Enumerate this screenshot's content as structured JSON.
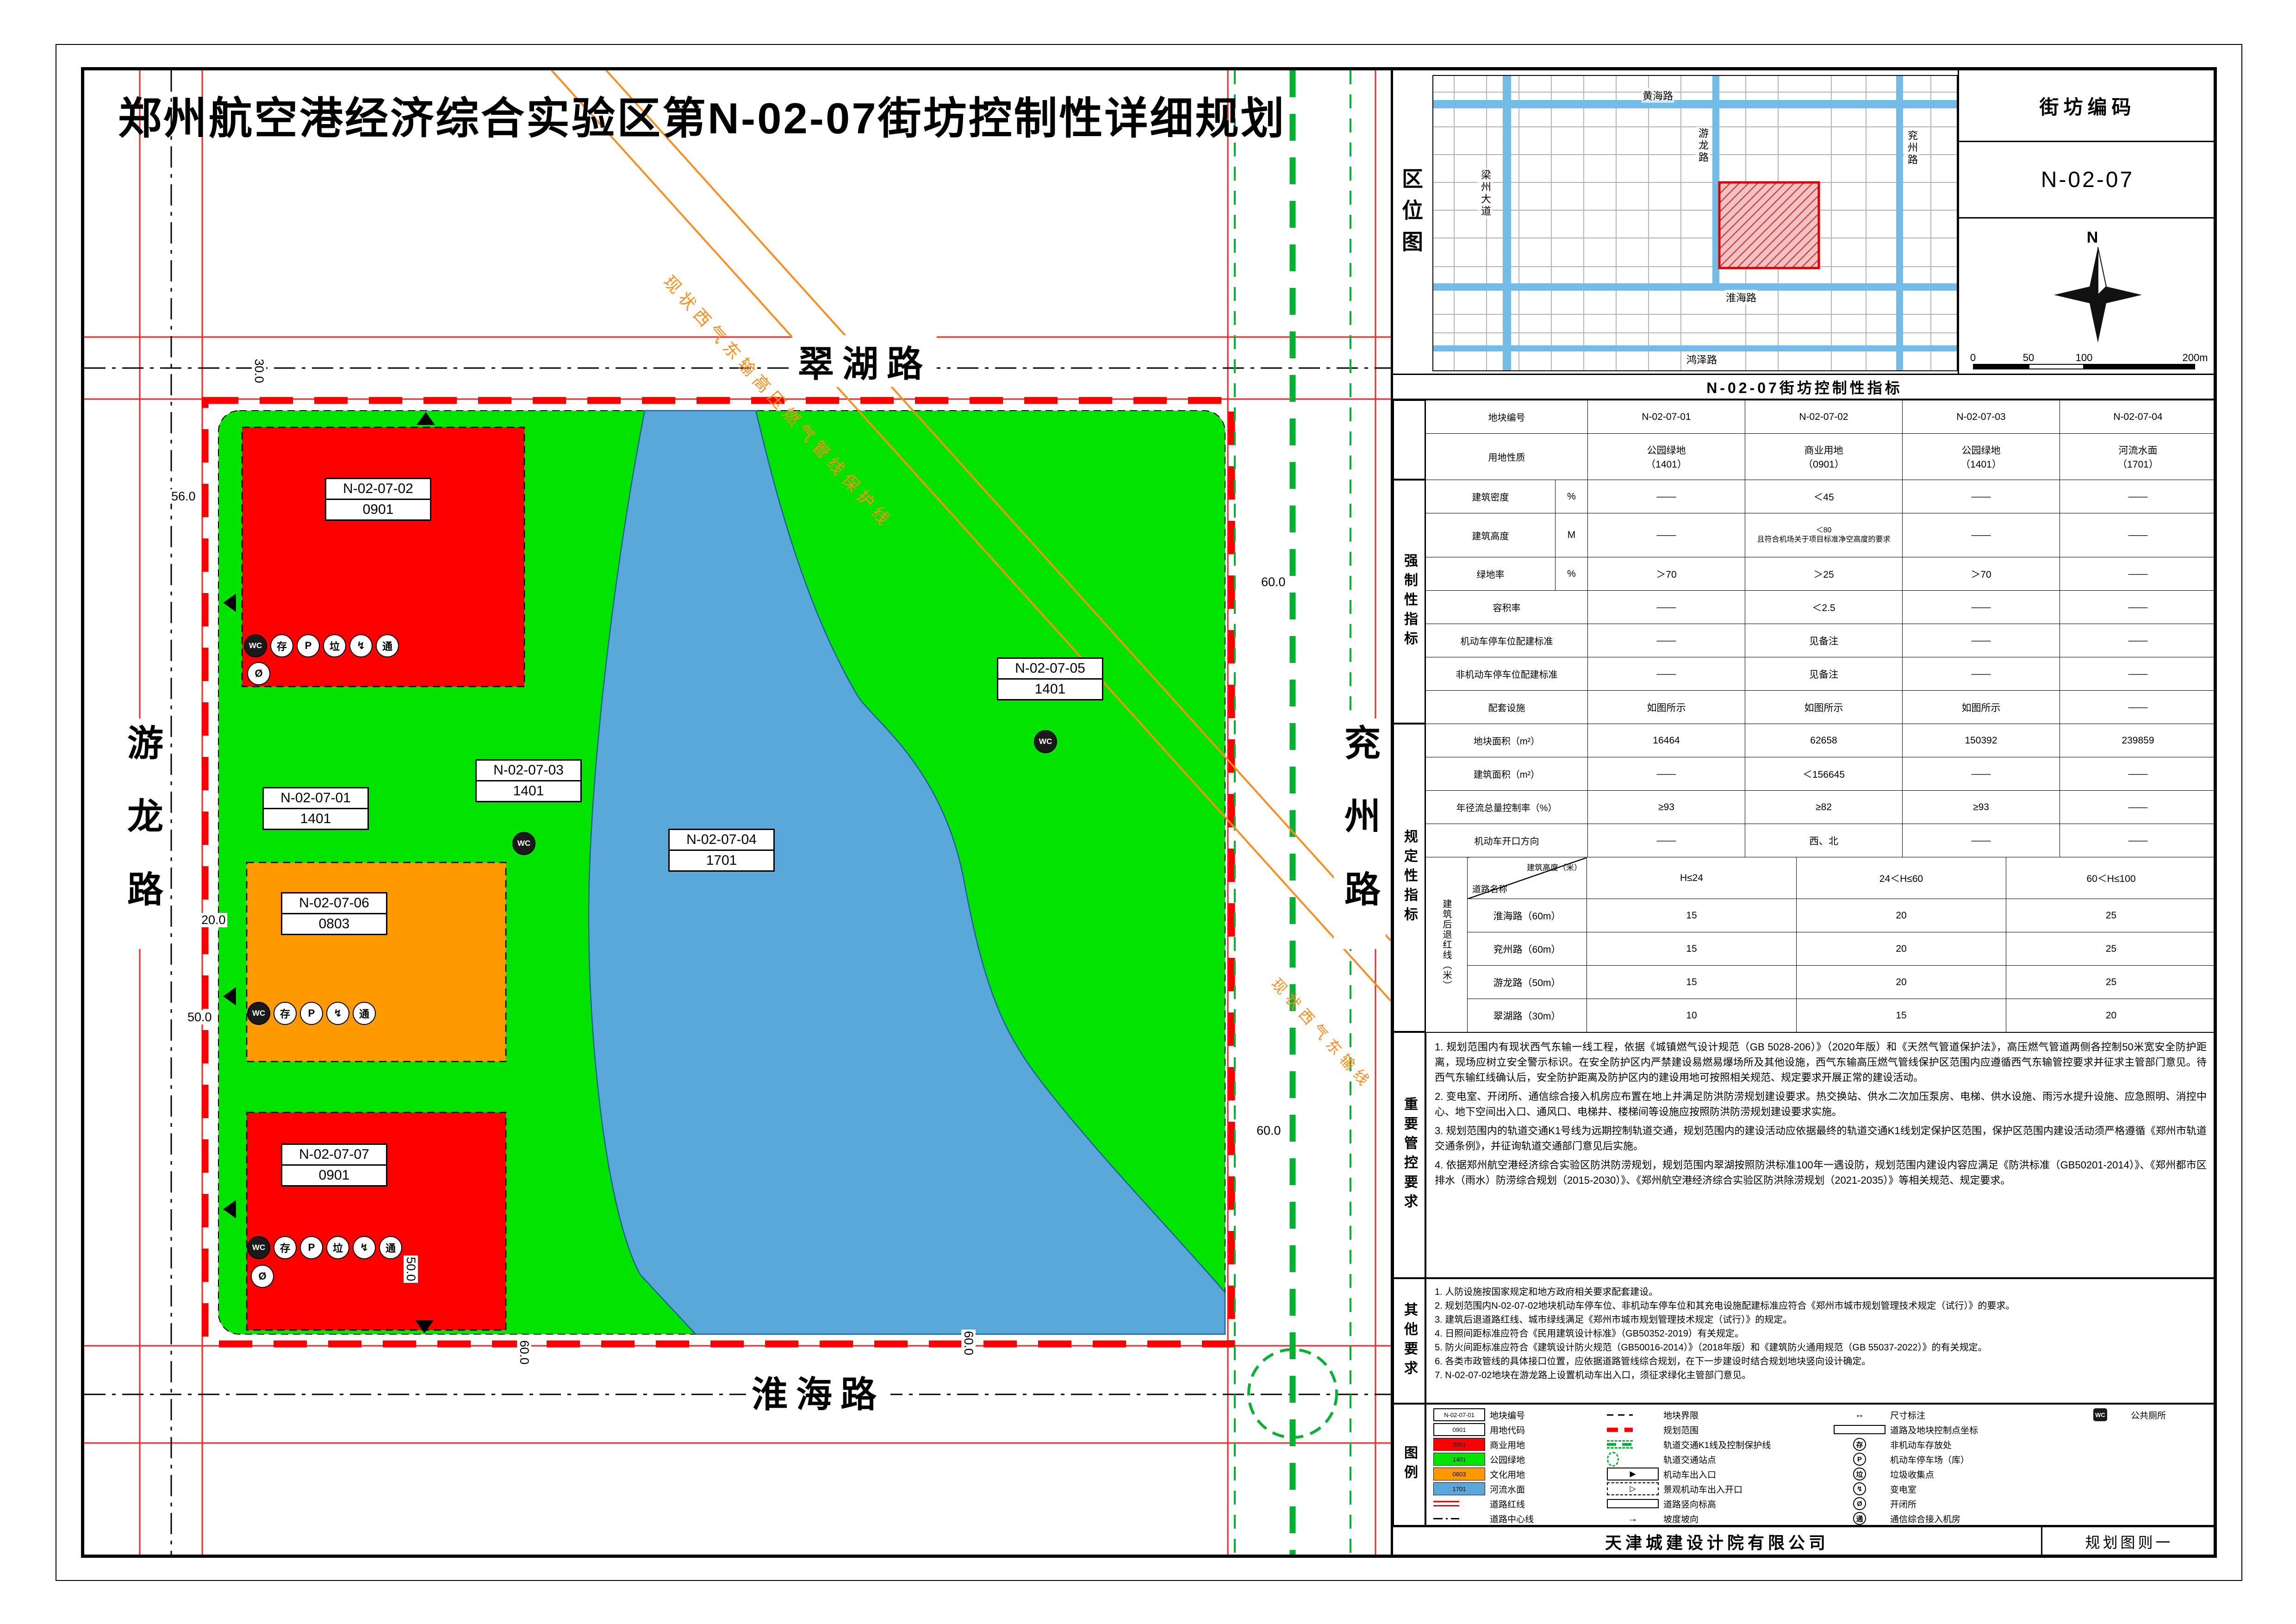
{
  "page": {
    "title": "郑州航空港经济综合实验区第N-02-07街坊控制性详细规划"
  },
  "colors": {
    "commercial": "#fe0000",
    "park_green": "#00e400",
    "culture": "#ff9900",
    "river": "#5aa7da",
    "metro": "#00b432",
    "pipeline": "#ff8c1a",
    "boundary": "#ff0000"
  },
  "map": {
    "roads": {
      "north": "翠湖路",
      "south": "淮海路",
      "west": "游龙路",
      "east": "兖州路"
    },
    "parcels": {
      "p01": {
        "id": "N-02-07-01",
        "code": "1401"
      },
      "p02": {
        "id": "N-02-07-02",
        "code": "0901"
      },
      "p03": {
        "id": "N-02-07-03",
        "code": "1401"
      },
      "p04": {
        "id": "N-02-07-04",
        "code": "1701"
      },
      "p05": {
        "id": "N-02-07-05",
        "code": "1401"
      },
      "p06": {
        "id": "N-02-07-06",
        "code": "0803"
      },
      "p07": {
        "id": "N-02-07-07",
        "code": "0901"
      }
    },
    "pipeline_label": "现状西气东输高压燃气管线保护线",
    "pipeline_label2": "现状西气东输线",
    "dims": {
      "d1": "56.0",
      "d2": "30.0",
      "d3": "20.0",
      "d4": "50.0",
      "d5": "50.0",
      "d6": "60.0",
      "d7": "60.0",
      "d8": "60.0",
      "d9": "60.0"
    },
    "icons": {
      "p02": [
        {
          "g": "WC",
          "k": "dark"
        },
        {
          "g": "存"
        },
        {
          "g": "P"
        },
        {
          "g": "垃"
        },
        {
          "g": "↯"
        },
        {
          "g": "通"
        }
      ],
      "p02b": [
        {
          "g": "Ø"
        }
      ],
      "p06": [
        {
          "g": "WC",
          "k": "dark"
        },
        {
          "g": "存"
        },
        {
          "g": "P"
        },
        {
          "g": "↯"
        },
        {
          "g": "通"
        }
      ],
      "p07": [
        {
          "g": "WC",
          "k": "dark"
        },
        {
          "g": "存"
        },
        {
          "g": "P"
        },
        {
          "g": "垃"
        },
        {
          "g": "↯"
        },
        {
          "g": "通"
        }
      ],
      "p07b": [
        {
          "g": "Ø"
        }
      ],
      "wc": [
        {
          "g": "WC",
          "k": "dark"
        }
      ]
    }
  },
  "location": {
    "label": "区位图",
    "code_title": "街坊编码",
    "code_value": "N-02-07",
    "roads": [
      "黄海路",
      "梁州大道",
      "游龙路",
      "兖州路",
      "淮海路",
      "鸿泽路"
    ],
    "compass": "N",
    "scale_ticks": [
      "0",
      "50",
      "100",
      "200m"
    ]
  },
  "indicators": {
    "title": "N-02-07街坊控制性指标",
    "rows": [
      {
        "label": "地块编号",
        "v": [
          "N-02-07-01",
          "N-02-07-02",
          "N-02-07-03",
          "N-02-07-04"
        ]
      },
      {
        "label": "用地性质",
        "v": [
          "公园绿地\n（1401）",
          "商业用地\n（0901）",
          "公园绿地\n（1401）",
          "河流水面\n（1701）"
        ]
      },
      {
        "label": "建筑密度",
        "unit": "%",
        "v": [
          "——",
          "＜45",
          "——",
          "——"
        ]
      },
      {
        "label": "建筑高度",
        "unit": "M",
        "v": [
          "——",
          "＜80\n且符合机场关于项目标准净空高度的要求",
          "——",
          "——"
        ]
      },
      {
        "label": "绿地率",
        "unit": "%",
        "v": [
          "＞70",
          "＞25",
          "＞70",
          "——"
        ]
      },
      {
        "label": "容积率",
        "v": [
          "——",
          "＜2.5",
          "——",
          "——"
        ]
      },
      {
        "label": "机动车停车位配建标准",
        "v": [
          "——",
          "见备注",
          "——",
          "——"
        ]
      },
      {
        "label": "非机动车停车位配建标准",
        "v": [
          "——",
          "见备注",
          "——",
          "——"
        ]
      },
      {
        "label": "配套设施",
        "v": [
          "如图所示",
          "如图所示",
          "如图所示",
          "——"
        ]
      },
      {
        "label": "地块面积（m²）",
        "v": [
          "16464",
          "62658",
          "150392",
          "239859"
        ]
      },
      {
        "label": "建筑面积（m²）",
        "v": [
          "——",
          "＜156645",
          "——",
          "——"
        ]
      },
      {
        "label": "年径流总量控制率（%）",
        "v": [
          "≥93",
          "≥82",
          "≥93",
          "——"
        ]
      },
      {
        "label": "机动车开口方向",
        "v": [
          "——",
          "西、北",
          "——",
          "——"
        ]
      }
    ]
  },
  "setback": {
    "outer_label": "建筑后退红线（米）",
    "corner_top": "建筑高度（米）",
    "corner_bottom": "道路名称",
    "cols": [
      "H≤24",
      "24＜H≤60",
      "60＜H≤100"
    ],
    "rows": [
      {
        "road": "淮海路（60m）",
        "v": [
          "15",
          "20",
          "25"
        ]
      },
      {
        "road": "兖州路（60m）",
        "v": [
          "15",
          "20",
          "25"
        ]
      },
      {
        "road": "游龙路（50m）",
        "v": [
          "15",
          "20",
          "25"
        ]
      },
      {
        "road": "翠湖路（30m）",
        "v": [
          "10",
          "15",
          "20"
        ]
      }
    ]
  },
  "sections": {
    "mandatory": "强制性指标",
    "prescriptive": "规定性指标",
    "control_title": "重要管控要求",
    "control_notes": [
      "1. 规划范围内有现状西气东输一线工程，依据《城镇燃气设计规范（GB 5028-206）》（2020年版）和《天然气管道保护法》，高压燃气管道两侧各控制50米宽安全防护距离，现场应树立安全警示标识。在安全防护区内严禁建设易燃易爆场所及其他设施，西气东输高压燃气管线保护区范围内应遵循西气东输管控要求并征求主管部门意见。待西气东输红线确认后，安全防护距离及防护区内的建设用地可按照相关规范、规定要求开展正常的建设活动。",
      "2. 变电室、开闭所、通信综合接入机房应布置在地上并满足防洪防涝规划建设要求。热交换站、供水二次加压泵房、电梯、供水设施、雨污水提升设施、应急照明、消控中心、地下空间出入口、通风口、电梯井、楼梯间等设施应按照防洪防涝规划建设要求实施。",
      "3. 规划范围内的轨道交通K1号线为远期控制轨道交通，规划范围内的建设活动应依据最终的轨道交通K1线划定保护区范围，保护区范围内建设活动须严格遵循《郑州市轨道交通条例》，并征询轨道交通部门意见后实施。",
      "4. 依据郑州航空港经济综合实验区防洪防涝规划，规划范围内翠湖按照防洪标准100年一遇设防，规划范围内建设内容应满足《防洪标准（GB50201-2014）》、《郑州都市区排水（雨水）防涝综合规划（2015-2030）》、《郑州航空港经济综合实验区防洪除涝规划（2021-2035）》等相关规范、规定要求。"
    ],
    "other_title": "其他要求",
    "other_notes": [
      "1. 人防设施按国家规定和地方政府相关要求配套建设。",
      "2. 规划范围内N-02-07-02地块机动车停车位、非机动车停车位和其充电设施配建标准应符合《郑州市城市规划管理技术规定（试行）》的要求。",
      "3. 建筑后退道路红线、城市绿线满足《郑州市城市规划管理技术规定（试行）》的规定。",
      "4. 日照间距标准应符合《民用建筑设计标准》（GB50352-2019）有关规定。",
      "5. 防火间距标准应符合《建筑设计防火规范（GB50016-2014）》（2018年版）和《建筑防火通用规范（GB 55037-2022）》的有关规定。",
      "6. 各类市政管线的具体接口位置，应依据道路管线综合规划，在下一步建设时结合规划地块竖向设计确定。",
      "7. N-02-07-02地块在游龙路上设置机动车出入口，须征求绿化主管部门意见。"
    ],
    "legend_title": "图例"
  },
  "legend": {
    "col1": [
      {
        "sym": "box-text",
        "symtext": "N-02-07-01",
        "label": "地块编号"
      },
      {
        "sym": "box-text",
        "symtext": "0901",
        "label": "用地代码"
      },
      {
        "sym": "swatch-red",
        "symtext": "0901",
        "label": "商业用地"
      },
      {
        "sym": "swatch-green",
        "symtext": "1401",
        "label": "公园绿地"
      },
      {
        "sym": "swatch-orange",
        "symtext": "0803",
        "label": "文化用地"
      },
      {
        "sym": "swatch-blue",
        "symtext": "1701",
        "label": "河流水面"
      },
      {
        "sym": "line-red-double",
        "label": "道路红线"
      },
      {
        "sym": "line-dashdot",
        "label": "道路中心线"
      }
    ],
    "col2": [
      {
        "sym": "line-dashed",
        "label": "地块界限"
      },
      {
        "sym": "line-red-dash-bold",
        "label": "规划范围"
      },
      {
        "sym": "line-green-k1",
        "label": "轨道交通K1线及控制保护线"
      },
      {
        "sym": "circle-green-dash",
        "label": "轨道交通站点"
      },
      {
        "sym": "arrow-box",
        "symtext": "▶",
        "label": "机动车出入口"
      },
      {
        "sym": "arrow-box2",
        "symt ext": "",
        "symtext": "▷",
        "label": "景观机动车出入开口"
      },
      {
        "sym": "box-plain",
        "label": "道路竖向标高"
      },
      {
        "sym": "slope-arrow",
        "symtext": "→",
        "label": "坡度坡向"
      }
    ],
    "col3": [
      {
        "sym": "dim-sym",
        "symtext": "↔",
        "label": "尺寸标注"
      },
      {
        "sym": "box-plain",
        "label": "道路及地块控制点坐标"
      },
      {
        "sym": "icon-circle",
        "symtext": "存",
        "label": "非机动车存放处"
      },
      {
        "sym": "icon-circle",
        "symtext": "P",
        "label": "机动车停车场（库）"
      },
      {
        "sym": "icon-circle",
        "symtext": "垃",
        "label": "垃圾收集点"
      },
      {
        "sym": "icon-circle",
        "symtext": "↯",
        "label": "变电室"
      },
      {
        "sym": "icon-circle",
        "symtext": "Ø",
        "label": "开闭所"
      },
      {
        "sym": "icon-circle",
        "symtext": "通",
        "label": "通信综合接入机房"
      }
    ],
    "col4": [
      {
        "sym": "icon-circle-dark",
        "symtext": "WC",
        "label": "公共厕所"
      }
    ]
  },
  "footer": {
    "company": "天津城建设计院有限公司",
    "sheet": "规划图则一"
  }
}
